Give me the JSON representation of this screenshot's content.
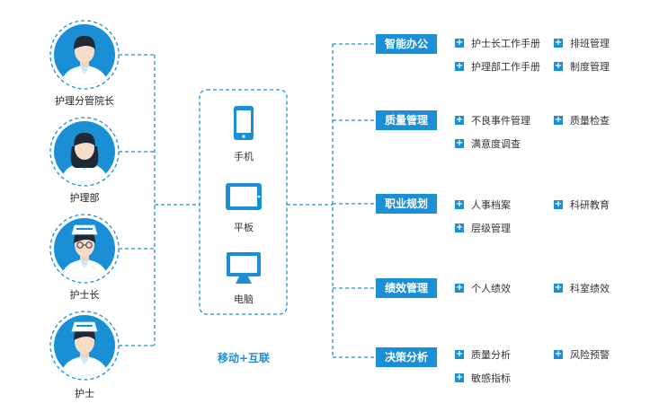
{
  "colors": {
    "accent": "#1a8fd6",
    "circle_bg": "#e8f4fc"
  },
  "roles": [
    {
      "label": "护理分管院长",
      "icon": "director-avatar-icon"
    },
    {
      "label": "护理部",
      "icon": "nursing-dept-avatar-icon"
    },
    {
      "label": "护士长",
      "icon": "head-nurse-avatar-icon"
    },
    {
      "label": "护士",
      "icon": "nurse-avatar-icon"
    }
  ],
  "devices": [
    {
      "label": "手机",
      "icon": "phone-icon"
    },
    {
      "label": "平板",
      "icon": "tablet-icon"
    },
    {
      "label": "电脑",
      "icon": "computer-icon"
    }
  ],
  "motto": "移动+互联",
  "categories": [
    {
      "name": "智能办公",
      "items": [
        "护士长工作手册",
        "排班管理",
        "护理部工作手册",
        "制度管理"
      ]
    },
    {
      "name": "质量管理",
      "items": [
        "不良事件管理",
        "质量检查",
        "满意度调查"
      ]
    },
    {
      "name": "职业规划",
      "items": [
        "人事档案",
        "科研教育",
        "层级管理"
      ]
    },
    {
      "name": "绩效管理",
      "items": [
        "个人绩效",
        "科室绩效"
      ]
    },
    {
      "name": "决策分析",
      "items": [
        "质量分析",
        "风险预警",
        "敏感指标"
      ]
    }
  ]
}
